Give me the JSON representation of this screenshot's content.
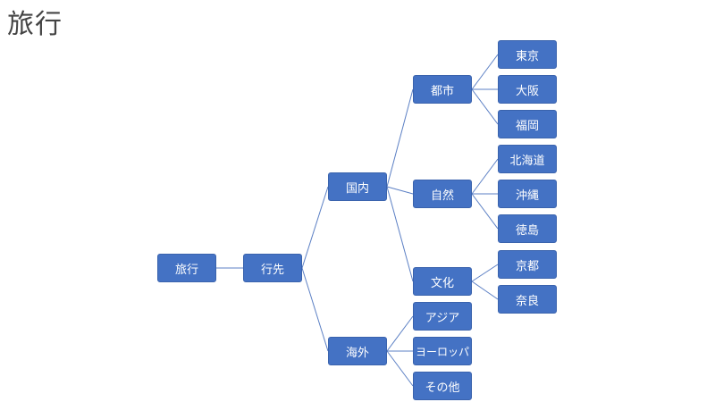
{
  "title": "旅行",
  "colors": {
    "node_fill": "#4472c4",
    "connector": "#5b7fc4",
    "title_text": "#444444"
  },
  "tree": {
    "root": "旅行",
    "level1": "行先",
    "domestic": {
      "label": "国内",
      "cities": {
        "label": "都市",
        "items": [
          "東京",
          "大阪",
          "福岡"
        ]
      },
      "nature": {
        "label": "自然",
        "items": [
          "北海道",
          "沖縄",
          "徳島"
        ]
      },
      "culture": {
        "label": "文化",
        "items": [
          "京都",
          "奈良"
        ]
      }
    },
    "overseas": {
      "label": "海外",
      "items": [
        "アジア",
        "ヨーロッパ",
        "その他"
      ]
    }
  }
}
